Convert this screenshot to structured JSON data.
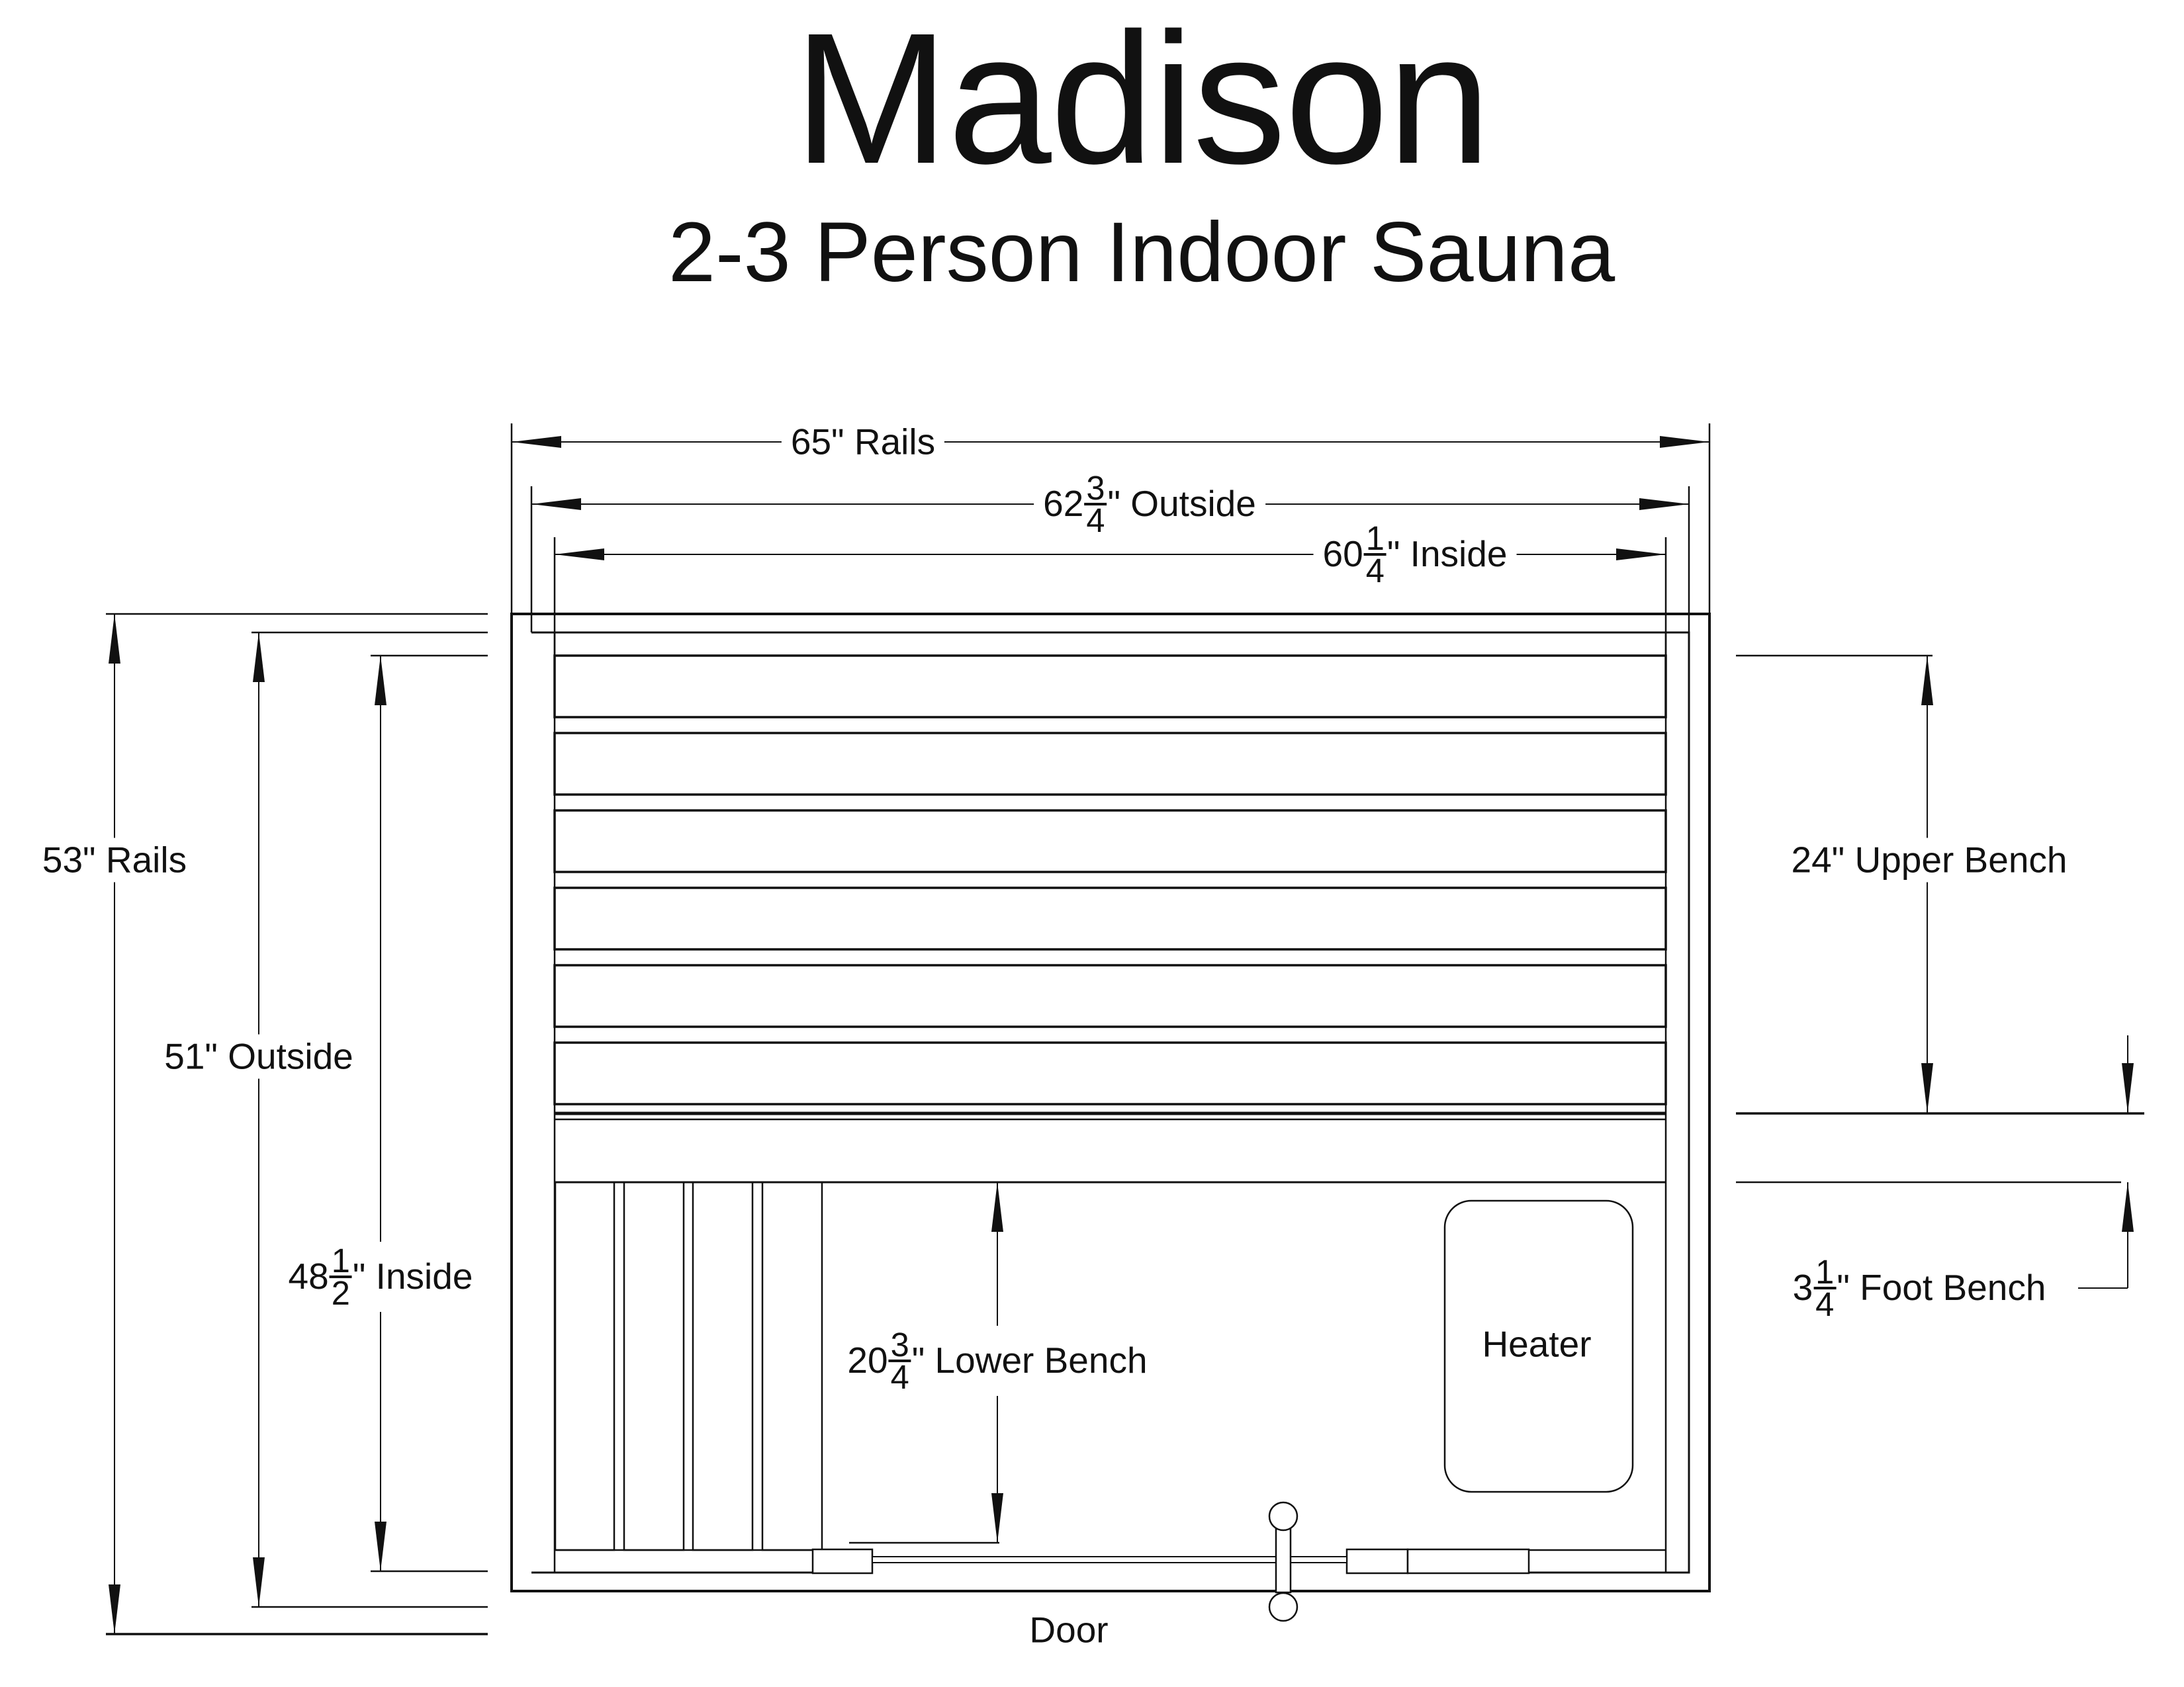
{
  "header": {
    "title": "Madison",
    "subtitle": "2-3 Person Indoor Sauna"
  },
  "dimensions": {
    "rails_width": {
      "text": "65\" Rails"
    },
    "outside_width": {
      "whole": "62",
      "numerator": "3",
      "denominator": "4",
      "rest": "\" Outside"
    },
    "inside_width": {
      "whole": "60",
      "numerator": "1",
      "denominator": "4",
      "rest": "\" Inside"
    },
    "rails_height": {
      "text": "53\" Rails"
    },
    "outside_height": {
      "text": "51\" Outside"
    },
    "inside_height": {
      "whole": "48",
      "numerator": "1",
      "denominator": "2",
      "rest": "\" Inside"
    },
    "upper_bench": {
      "text": "24\" Upper Bench"
    },
    "lower_bench": {
      "whole": "20",
      "numerator": "3",
      "denominator": "4",
      "rest": "\" Lower Bench"
    },
    "foot_bench": {
      "whole": "3",
      "numerator": "1",
      "denominator": "4",
      "rest": "\" Foot Bench"
    }
  },
  "parts": {
    "heater": "Heater",
    "door": "Door"
  },
  "colors": {
    "line": "#111111",
    "background": "#ffffff"
  }
}
